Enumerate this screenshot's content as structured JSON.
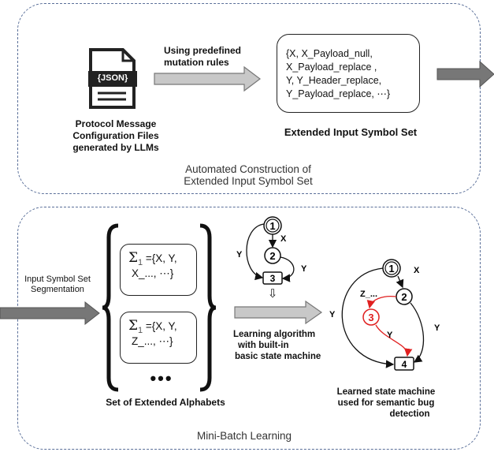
{
  "top_panel": {
    "title_line1": "Automated Construction of",
    "title_line2": "Extended Input Symbol Set",
    "json_icon_text": "{JSON}",
    "config_files_lines": [
      "Protocol Message",
      "Configuration Files",
      "generated by LLMs"
    ],
    "mutation_label_line1": "Using predefined",
    "mutation_label_line2": "mutation rules",
    "symbol_set_lines": [
      "{X, X_Payload_null,",
      "X_Payload_replace ,",
      "Y, Y_Header_replace,",
      "Y_Payload_replace, ⋯}"
    ],
    "symbol_set_caption": "Extended Input Symbol Set"
  },
  "bottom_panel": {
    "title": "Mini-Batch Learning",
    "segmentation_line1": "Input Symbol Set",
    "segmentation_line2": "Segmentation",
    "alphabet1": {
      "sigma": "Σ",
      "sub": "1",
      "line1": " ={X, Y,",
      "line2": "X_..., ⋯}"
    },
    "alphabet2": {
      "sigma": "Σ",
      "sub": "1",
      "line1": " ={X, Y,",
      "line2": "Z_..., ⋯}"
    },
    "alphabets_ellipsis": "•••",
    "alphabets_caption": "Set of Extended Alphabets",
    "learning_lines": [
      "Learning algorithm",
      "with built-in",
      "basic state machine"
    ],
    "learned_lines": [
      "Learned state machine",
      "used for semantic bug",
      "detection"
    ],
    "small_fsm": {
      "s1": "1",
      "s2": "2",
      "s3": "3",
      "e_x": "X",
      "e_y_left": "Y",
      "e_y_right": "Y",
      "down_arrow": "⇩"
    },
    "big_fsm": {
      "s1": "1",
      "s2": "2",
      "s3": "3",
      "s4": "4",
      "e_x": "X",
      "e_z": "Z_...",
      "e_y_left": "Y",
      "e_y_mid": "Y",
      "e_y_right": "Y"
    }
  },
  "colors": {
    "accent_red": "#e02020",
    "panel_border": "#5a6f99",
    "arrow_fill": "#c8c8c8"
  }
}
